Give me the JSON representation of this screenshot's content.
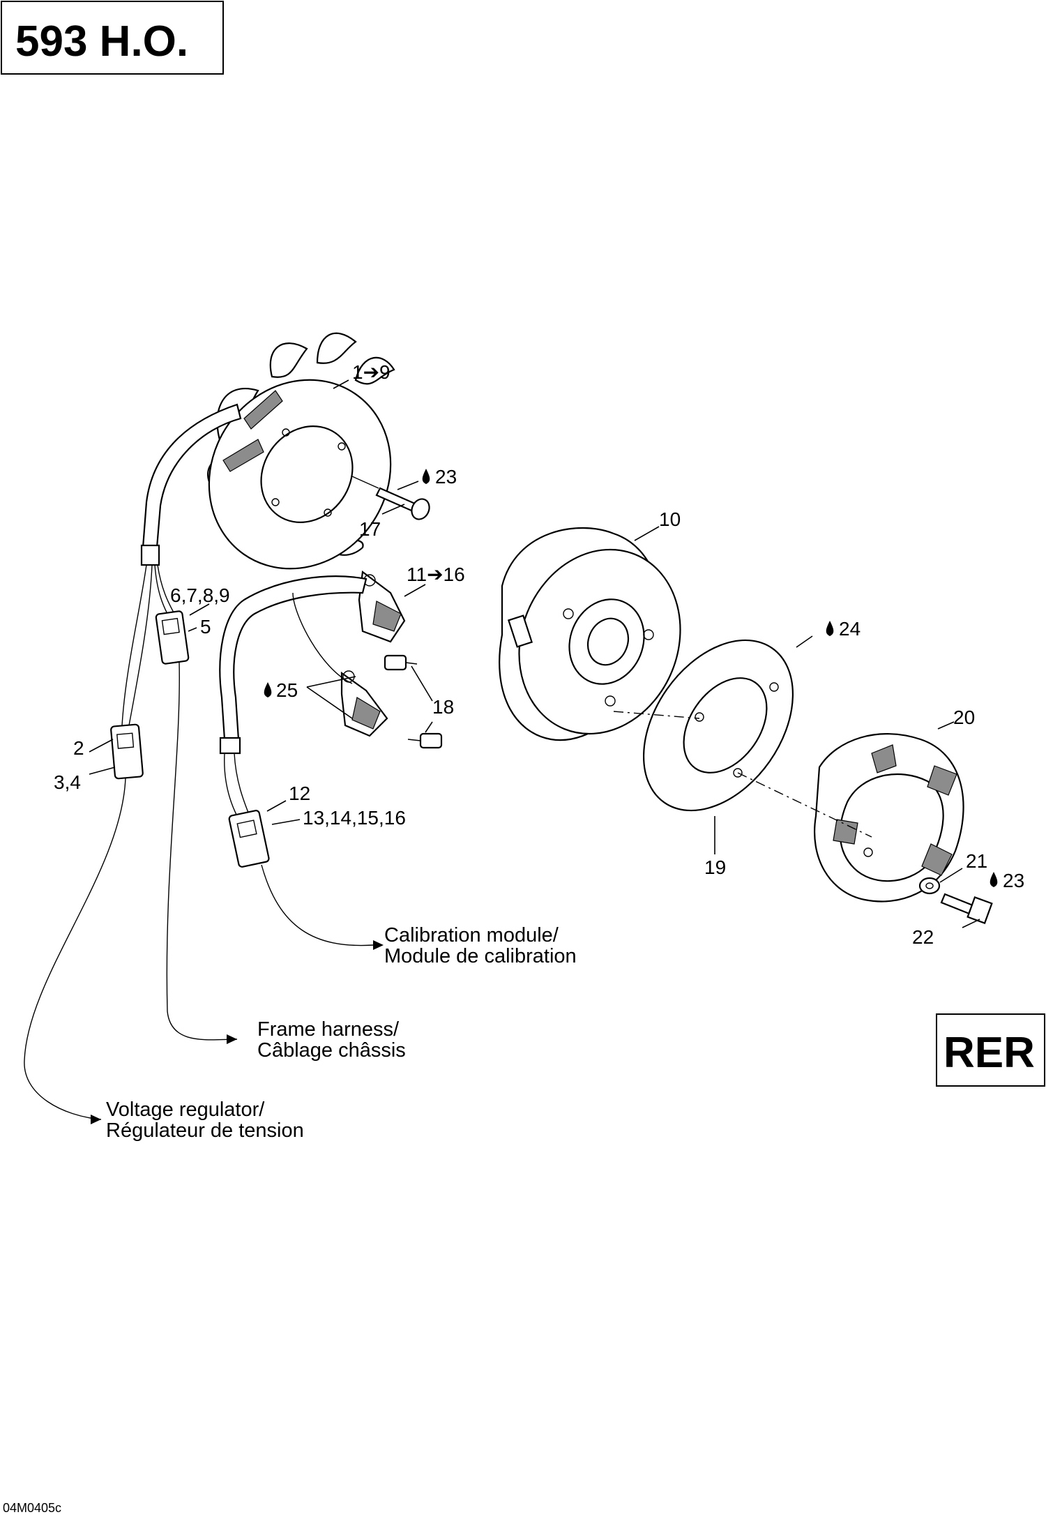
{
  "title": "593 H.O.",
  "badge": "RER",
  "drawing_code": "04M0405c",
  "callouts": {
    "c1": "1➔9",
    "c23a": "23",
    "c17": "17",
    "c10": "10",
    "c1116": "11➔16",
    "c6789": "6,7,8,9",
    "c5": "5",
    "c24": "24",
    "c25": "25",
    "c18": "18",
    "c2": "2",
    "c34": "3,4",
    "c20": "20",
    "c12": "12",
    "c13": "13,14,15,16",
    "c19": "19",
    "c21": "21",
    "c23b": "23",
    "c22": "22"
  },
  "notes": {
    "calibration_line1": "Calibration module/",
    "calibration_line2": "Module de calibration",
    "frame_line1": "Frame harness/",
    "frame_line2": "Câblage châssis",
    "voltage_line1": "Voltage regulator/",
    "voltage_line2": "Régulateur de tension"
  }
}
